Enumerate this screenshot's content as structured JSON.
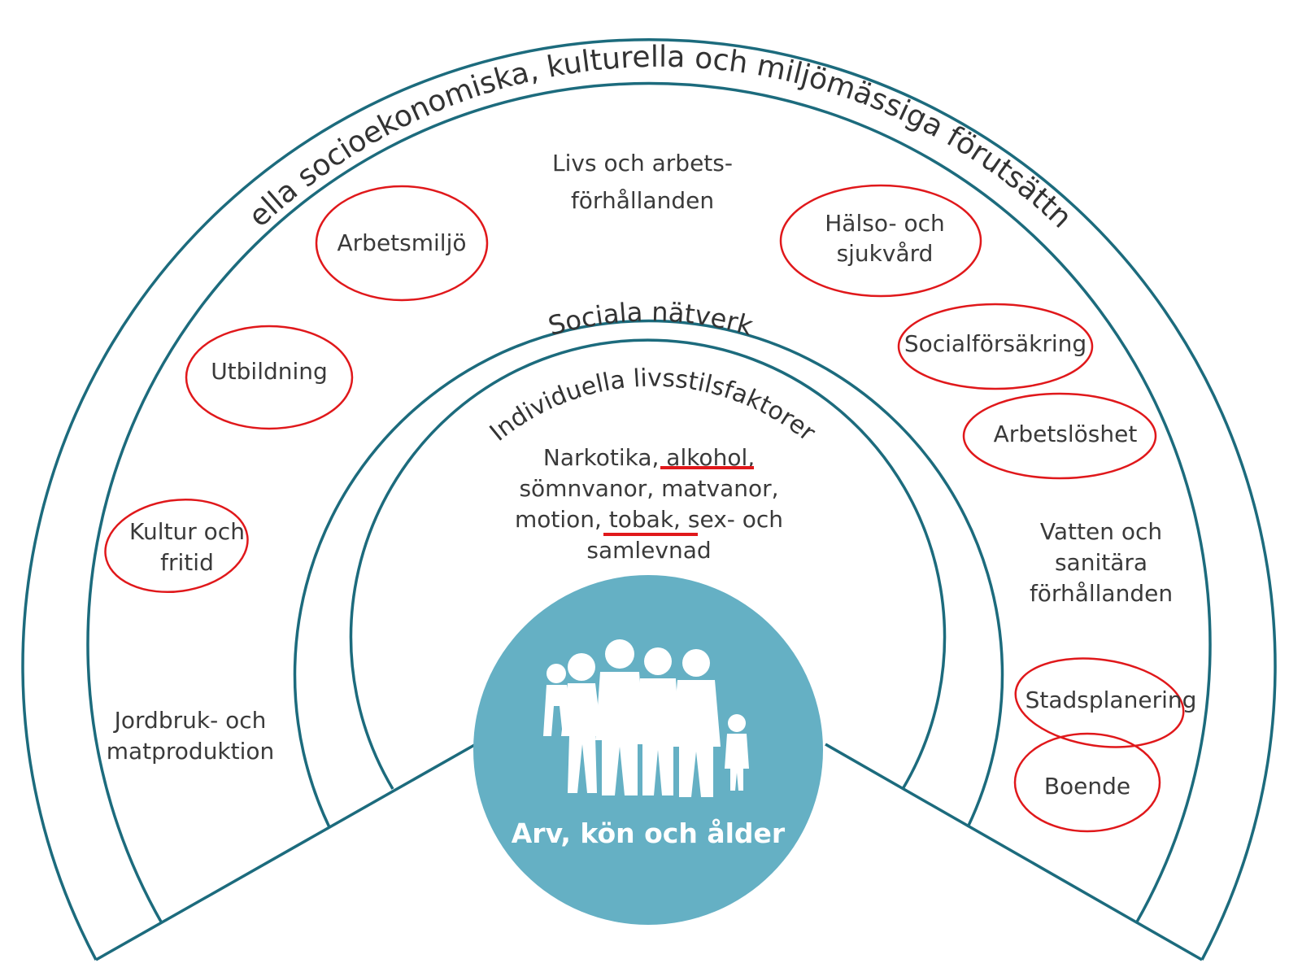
{
  "layers": {
    "outer": "Generella socioekonomiska, kulturella och miljömässiga förutsättningar",
    "living": "Livs och arbets-",
    "living2": "förhållanden",
    "social": "Sociala nätverk",
    "individual": "Individuella livsstilsfaktorer"
  },
  "lifestyle": {
    "line1_a": "Narkotika, ",
    "line1_b": "alkohol,",
    "line2": "sömnvanor, matvanor,",
    "line3_a": "motion",
    "line3_b": ", tobak,",
    "line3_c": " sex- och",
    "line4": "samlevnad"
  },
  "factors": {
    "arbetsmiljo": "Arbetsmiljö",
    "utbildning": "Utbildning",
    "kultur1": "Kultur och",
    "kultur2": "fritid",
    "jordbruk1": "Jordbruk- och",
    "jordbruk2": "matproduktion",
    "halso1": "Hälso- och",
    "halso2": "sjukvård",
    "social": "Socialförsäkring",
    "arbetsloshet": "Arbetslöshet",
    "vatten1": "Vatten och",
    "vatten2": "sanitära",
    "vatten3": "förhållanden",
    "stad": "Stadsplanering",
    "boende": "Boende"
  },
  "center": "Arv, kön och ålder",
  "colors": {
    "ring": "#1c6b7d",
    "center": "#65b0c4",
    "highlight": "#e0181b"
  }
}
